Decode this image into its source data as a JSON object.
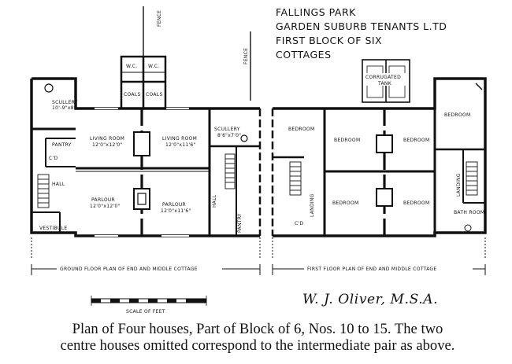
{
  "title_block": {
    "lines": [
      "FALLINGS PARK",
      "GARDEN SUBURB TENANTS L.TD",
      "FIRST BLOCK OF SIX",
      "COTTAGES"
    ]
  },
  "fence_labels": [
    "FENCE",
    "FENCE"
  ],
  "ground_floor": {
    "rooms": {
      "scullery_left": "SCULLERY",
      "scullery_left_dims": "10'-9\"x8'",
      "pantry_left": "PANTRY",
      "coal_left": "C'D",
      "hall_left": "HALL",
      "vestibule": "VESTIBULE",
      "living_left": "LIVING ROOM",
      "living_left_dims": "12'0\"x12'0\"",
      "living_right": "LIVING ROOM",
      "living_right_dims": "12'0\"x11'6\"",
      "parlour_left": "PARLOUR",
      "parlour_left_dims": "12'0\"x12'0\"",
      "parlour_right": "PARLOUR",
      "parlour_right_dims": "12'0\"x11'6\"",
      "scullery_right": "SCULLERY",
      "scullery_right_dims": "8'6\"x7'0\"",
      "hall_right": "HALL",
      "pantry_right": "PANTRY",
      "wc_1": "W.C.",
      "wc_2": "W.C.",
      "coals_1": "COALS",
      "coals_2": "COALS"
    },
    "caption": "GROUND FLOOR PLAN OF END AND MIDDLE COTTAGE"
  },
  "first_floor": {
    "rooms": {
      "bedroom_1": "BEDROOM",
      "bedroom_2": "BEDROOM",
      "bedroom_3": "BEDROOM",
      "bedroom_4": "BEDROOM",
      "bedroom_5": "BEDROOM",
      "bedroom_6": "BEDROOM",
      "landing_left": "LANDING",
      "landing_right": "LANDING",
      "bath_room": "BATH ROOM",
      "cupboard": "C'D",
      "cistern_1": "CORRUGATED",
      "cistern_2": "TANK"
    },
    "caption": "FIRST FLOOR PLAN OF END AND MIDDLE COTTAGE"
  },
  "scale": {
    "label": "SCALE OF FEET"
  },
  "signature": "W. J. Oliver, M.S.A.",
  "caption": {
    "line1": "Plan of Four houses, Part of Block of 6, Nos. 10 to 15.  The two",
    "line2": "centre houses omitted correspond to the intermediate pair as above."
  }
}
